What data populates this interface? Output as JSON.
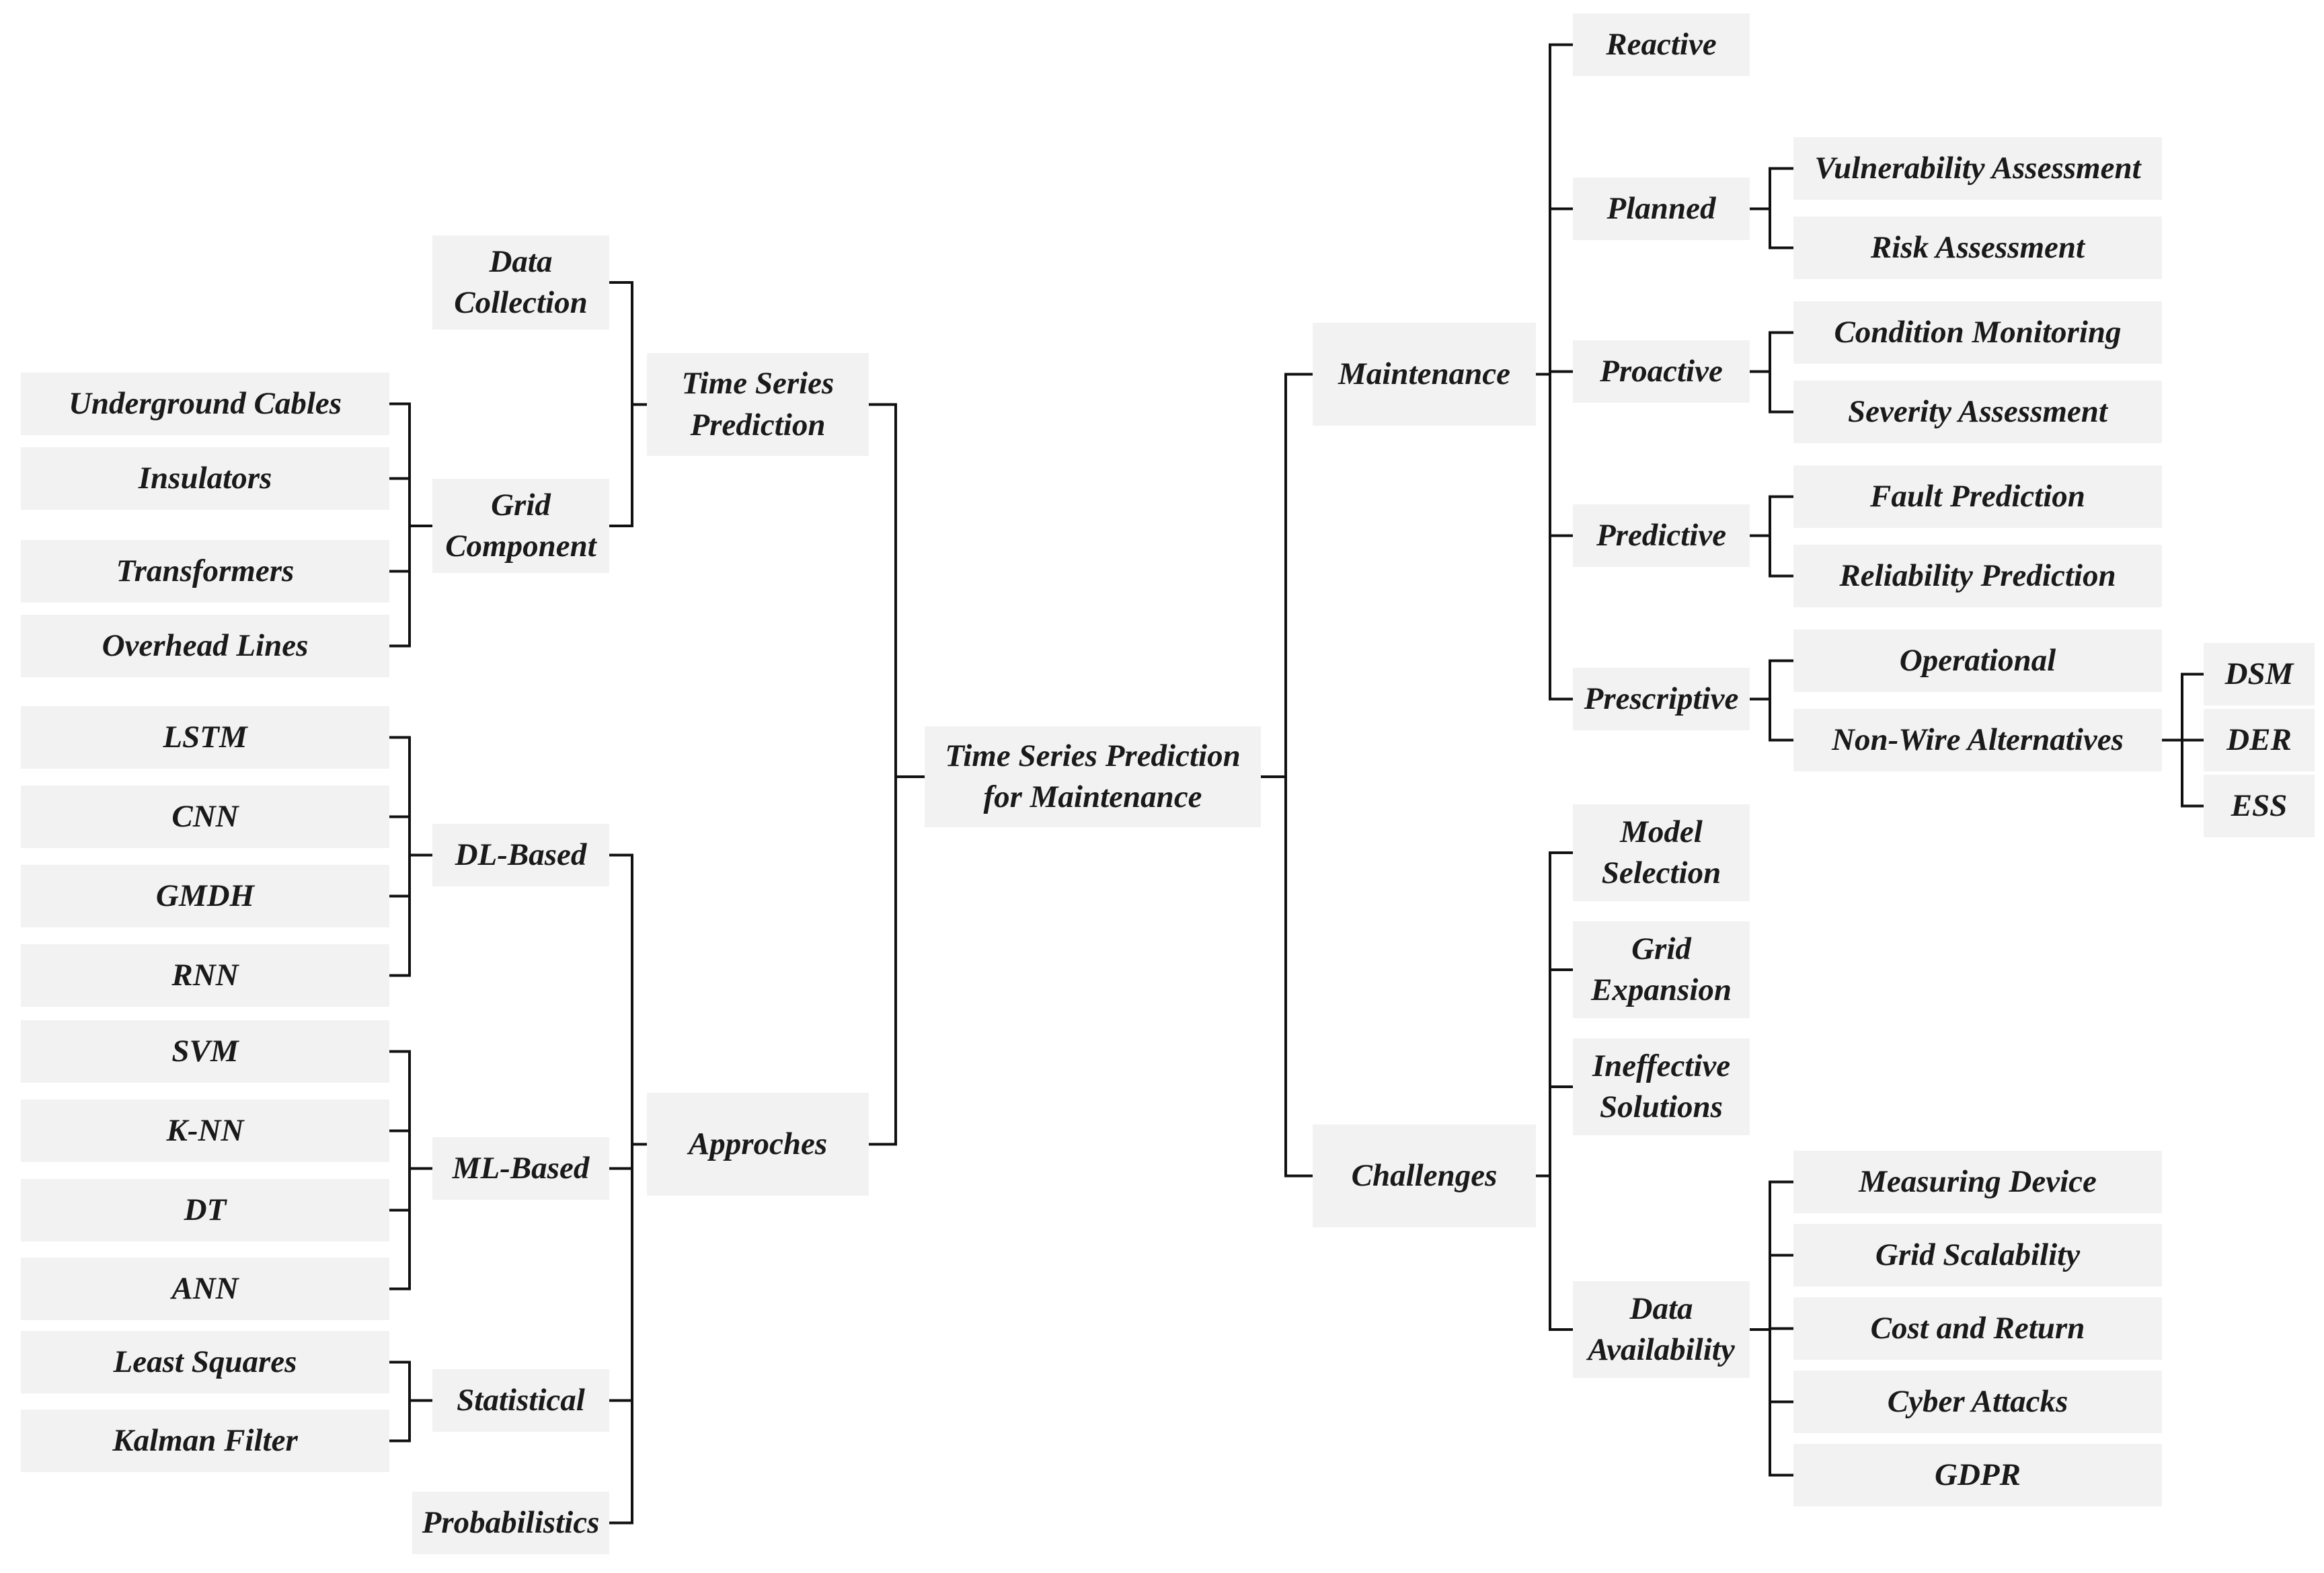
{
  "diagram": {
    "root": "Time Series Prediction\nfor Maintenance",
    "left": {
      "time_series_prediction": {
        "label": "Time Series\nPrediction",
        "data_collection": "Data\nCollection",
        "grid_component": {
          "label": "Grid\nComponent",
          "items": [
            "Underground Cables",
            "Insulators",
            "Transformers",
            "Overhead Lines"
          ]
        }
      },
      "approaches": {
        "label": "Approches",
        "dl_based": {
          "label": "DL-Based",
          "items": [
            "LSTM",
            "CNN",
            "GMDH",
            "RNN"
          ]
        },
        "ml_based": {
          "label": "ML-Based",
          "items": [
            "SVM",
            "K-NN",
            "DT",
            "ANN"
          ]
        },
        "statistical": {
          "label": "Statistical",
          "items": [
            "Least Squares",
            "Kalman Filter"
          ]
        },
        "probabilistics": "Probabilistics"
      }
    },
    "right": {
      "maintenance": {
        "label": "Maintenance",
        "reactive": "Reactive",
        "planned": {
          "label": "Planned",
          "items": [
            "Vulnerability Assessment",
            "Risk Assessment"
          ]
        },
        "proactive": {
          "label": "Proactive",
          "items": [
            "Condition Monitoring",
            "Severity Assessment"
          ]
        },
        "predictive": {
          "label": "Predictive",
          "items": [
            "Fault Prediction",
            "Reliability Prediction"
          ]
        },
        "prescriptive": {
          "label": "Prescriptive",
          "operational": "Operational",
          "non_wire": {
            "label": "Non-Wire Alternatives",
            "items": [
              "DSM",
              "DER",
              "ESS"
            ]
          }
        }
      },
      "challenges": {
        "label": "Challenges",
        "model_selection": "Model\nSelection",
        "grid_expansion": "Grid\nExpansion",
        "ineffective_solutions": "Ineffective\nSolutions",
        "data_availability": {
          "label": "Data\nAvailability",
          "items": [
            "Measuring Device",
            "Grid Scalability",
            "Cost and Return",
            "Cyber Attacks",
            "GDPR"
          ]
        }
      }
    }
  }
}
